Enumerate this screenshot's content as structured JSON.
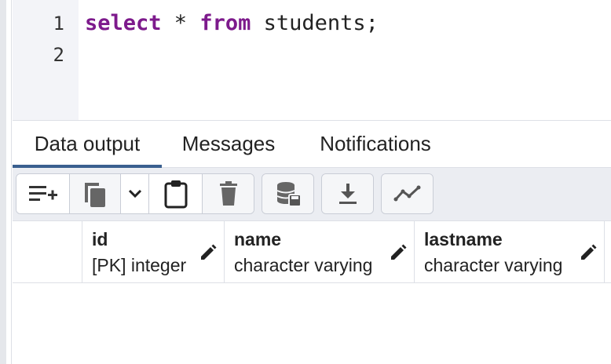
{
  "editor": {
    "line_numbers": [
      "1",
      "2"
    ],
    "line1": {
      "kw_select": "select",
      "star": " * ",
      "kw_from": "from",
      "rest": " students;"
    }
  },
  "tabs": [
    {
      "label": "Data output",
      "active": true
    },
    {
      "label": "Messages",
      "active": false
    },
    {
      "label": "Notifications",
      "active": false
    }
  ],
  "toolbar": {
    "icons": [
      "add-row-icon",
      "copy-icon",
      "chevron-down-icon",
      "paste-icon",
      "delete-icon",
      "save-data-icon",
      "download-icon",
      "graph-icon"
    ]
  },
  "columns": [
    {
      "name": "id",
      "type": "[PK] integer"
    },
    {
      "name": "name",
      "type": "character varying"
    },
    {
      "name": "lastname",
      "type": "character varying"
    }
  ],
  "colors": {
    "keyword": "#7d1a8c",
    "active_tab": "#3a5f8f",
    "toolbar_bg": "#ebedf2"
  }
}
